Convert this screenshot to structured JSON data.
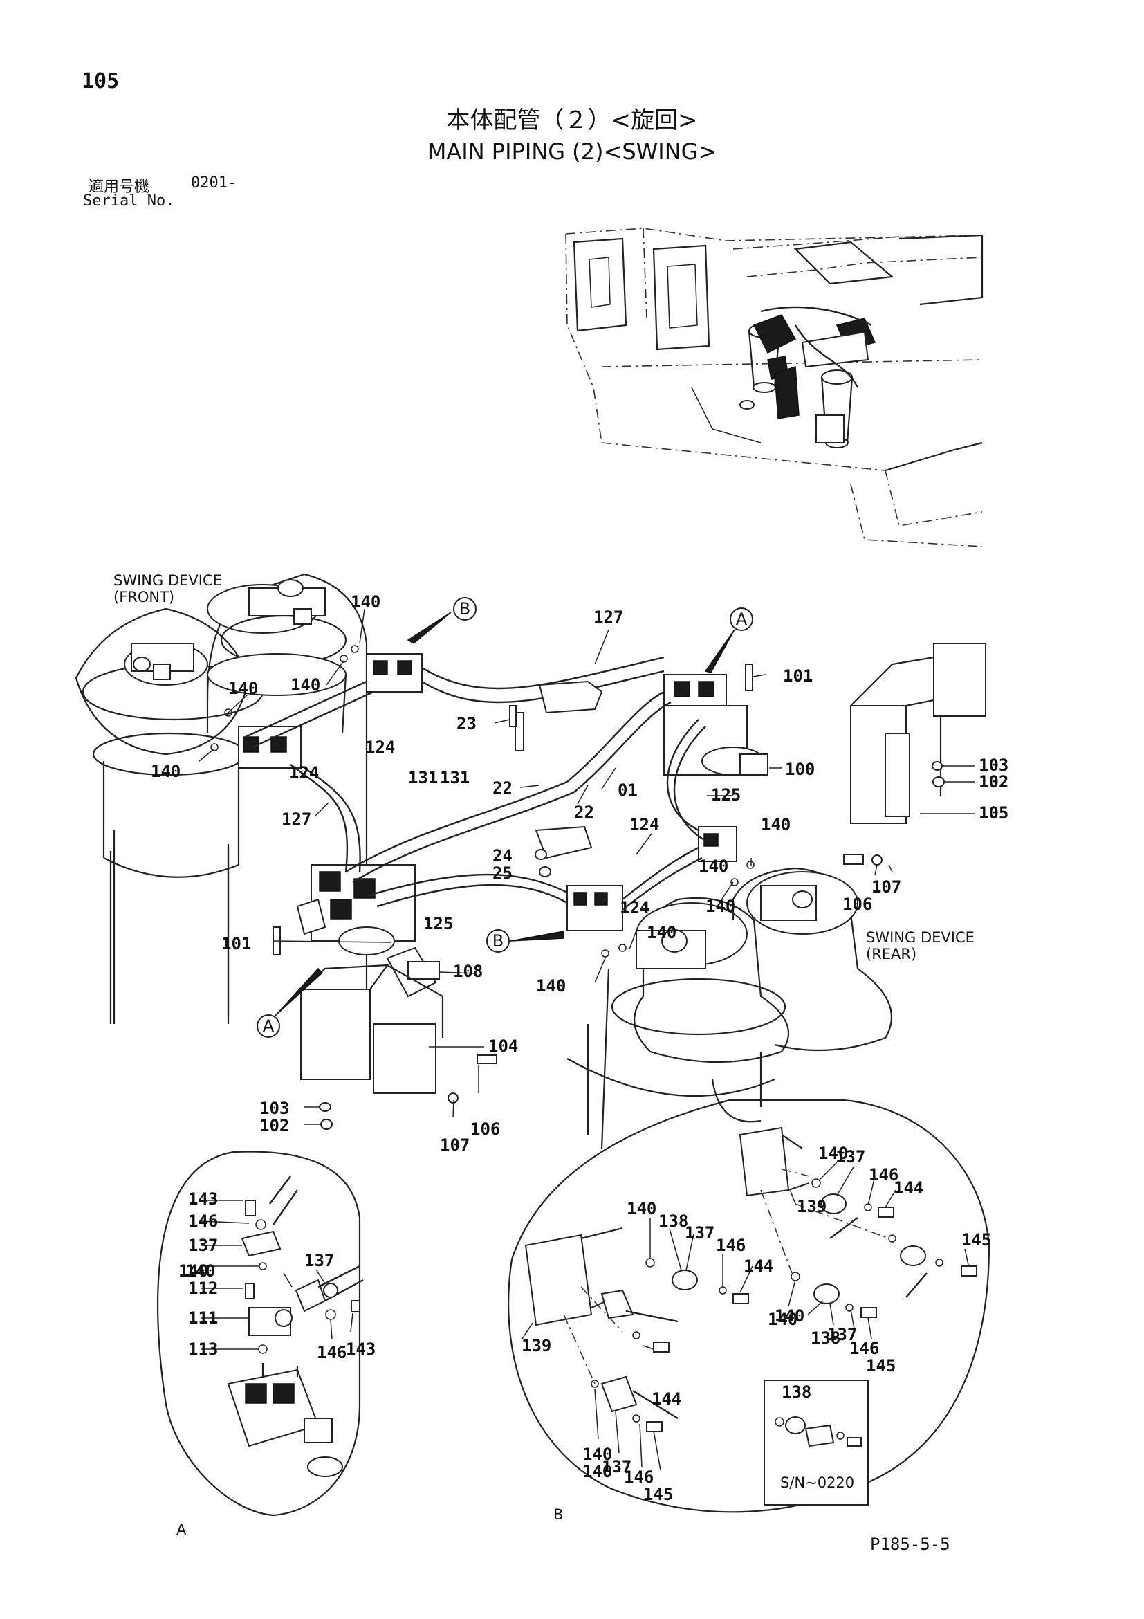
{
  "header": {
    "page_number": "105",
    "title_ja": "本体配管（２）<旋回>",
    "title_en": "MAIN PIPING (2)<SWING>",
    "serial_label_ja": "適用号機",
    "serial_range": "0201-",
    "serial_label_en": "Serial No."
  },
  "diagram": {
    "captions": {
      "swing_front_1": "SWING DEVICE",
      "swing_front_2": "(FRONT)",
      "swing_rear_1": "SWING DEVICE",
      "swing_rear_2": "(REAR)",
      "detail_a": "A",
      "detail_b": "B",
      "sn_note": "S/N~0220"
    },
    "view_markers": [
      "A",
      "B",
      "A",
      "B"
    ],
    "part_numbers": [
      "140",
      "140",
      "140",
      "140",
      "140",
      "140",
      "140",
      "140",
      "140",
      "140",
      "140",
      "140",
      "140",
      "140",
      "127",
      "127",
      "124",
      "124",
      "124",
      "124",
      "23",
      "22",
      "22",
      "01",
      "131",
      "131",
      "125",
      "125",
      "24",
      "25",
      "101",
      "101",
      "100",
      "103",
      "102",
      "103",
      "102",
      "105",
      "104",
      "106",
      "107",
      "106",
      "107",
      "108",
      "143",
      "146",
      "137",
      "140",
      "112",
      "111",
      "113",
      "137",
      "146",
      "143",
      "139",
      "138",
      "137",
      "146",
      "144",
      "140",
      "138",
      "137",
      "146",
      "145",
      "137",
      "146",
      "144",
      "145",
      "139",
      "144",
      "140",
      "137",
      "146",
      "145",
      "138"
    ]
  },
  "footer": {
    "code": "P185-5-5"
  }
}
